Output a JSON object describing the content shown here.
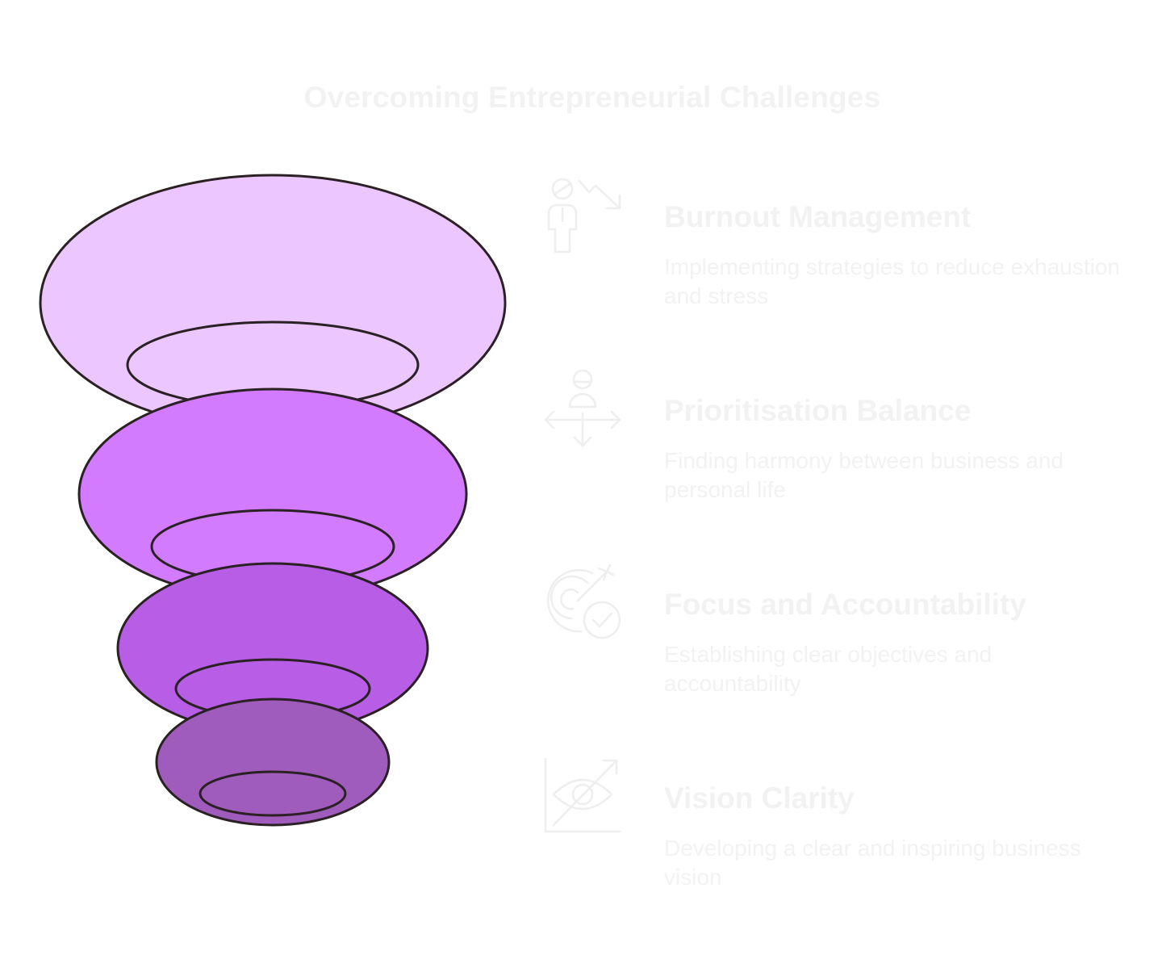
{
  "title": "Overcoming Entrepreneurial Challenges",
  "colors": {
    "outline": "#2b2125",
    "text": "#f2f2f2",
    "icon_stroke": "#eeeeee"
  },
  "levels": [
    {
      "title": "Burnout Management",
      "description": "Implementing strategies to reduce exhaustion and stress",
      "icon": "burnout-person-down-arrow-icon",
      "color": "#ecc6ff"
    },
    {
      "title": "Prioritisation Balance",
      "description": "Finding harmony between business and personal life",
      "icon": "balance-person-arrows-icon",
      "color": "#d27bfe"
    },
    {
      "title": "Focus and Accountability",
      "description": "Establishing clear objectives and accountability",
      "icon": "target-check-icon",
      "color": "#b85ee6"
    },
    {
      "title": "Vision Clarity",
      "description": "Developing a clear and inspiring business vision",
      "icon": "eye-chart-icon",
      "color": "#a05cbd"
    }
  ]
}
